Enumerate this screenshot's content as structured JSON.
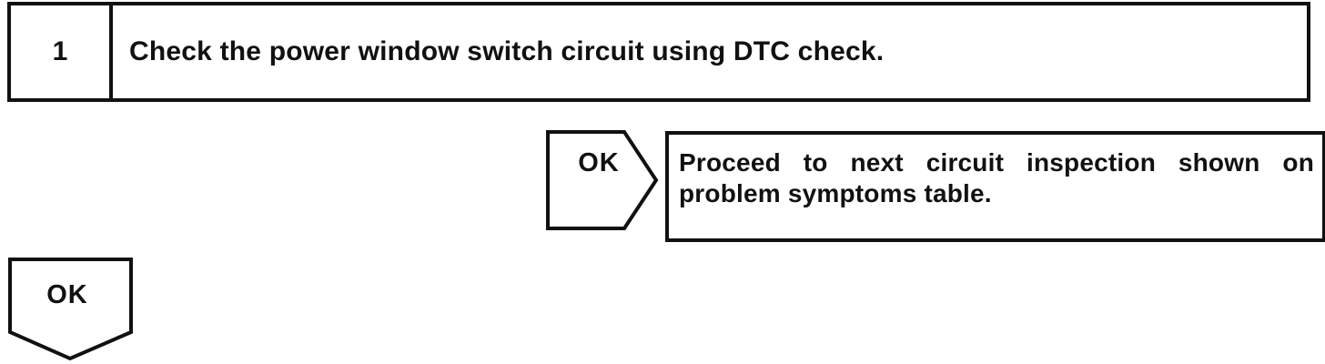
{
  "document": {
    "kind": "troubleshooting-flowchart"
  },
  "step": {
    "number": "1",
    "instruction": "Check the power window switch circuit using DTC check."
  },
  "ok_branch": {
    "label": "OK",
    "lines": [
      "Proceed to next circuit inspection shown on",
      "problem symptoms table."
    ]
  },
  "ok_down": {
    "label": "OK"
  },
  "colors": {
    "ink": "#111111",
    "background": "#ffffff"
  }
}
